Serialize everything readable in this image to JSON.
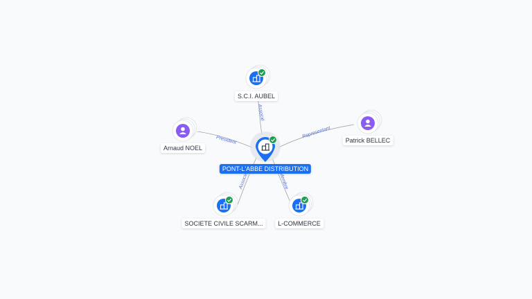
{
  "colors": {
    "company_blue": "#1a6ff2",
    "person_purple": "#8a5cf0",
    "check_green": "#1f9d55",
    "edge_gray": "#9aa3ad",
    "edge_text": "#5a6fd6"
  },
  "central_node": {
    "label": "PONT-L'ABBE DISTRIBUTION",
    "icon": "building-icon",
    "verified": true
  },
  "nodes": [
    {
      "id": "sci-aubel",
      "label": "S.C.I. AUBEL",
      "type": "company",
      "icon": "building-icon",
      "verified": true
    },
    {
      "id": "arnaud-noel",
      "label": "Arnaud NOEL",
      "type": "person",
      "icon": "person-icon"
    },
    {
      "id": "patrick-bellec",
      "label": "Patrick BELLEC",
      "type": "person",
      "icon": "person-icon"
    },
    {
      "id": "societe-civile",
      "label": "SOCIETE CIVILE SCARM...",
      "type": "company",
      "icon": "building-icon",
      "verified": true
    },
    {
      "id": "l-commerce",
      "label": "L-COMMERCE",
      "type": "company",
      "icon": "building-icon",
      "verified": true
    }
  ],
  "edges": [
    {
      "from": "sci-aubel",
      "label": "Associé"
    },
    {
      "from": "arnaud-noel",
      "label": "President"
    },
    {
      "from": "patrick-bellec",
      "label": "Representant"
    },
    {
      "from": "societe-civile",
      "label": "Associé"
    },
    {
      "from": "l-commerce",
      "label": "Membre"
    }
  ]
}
